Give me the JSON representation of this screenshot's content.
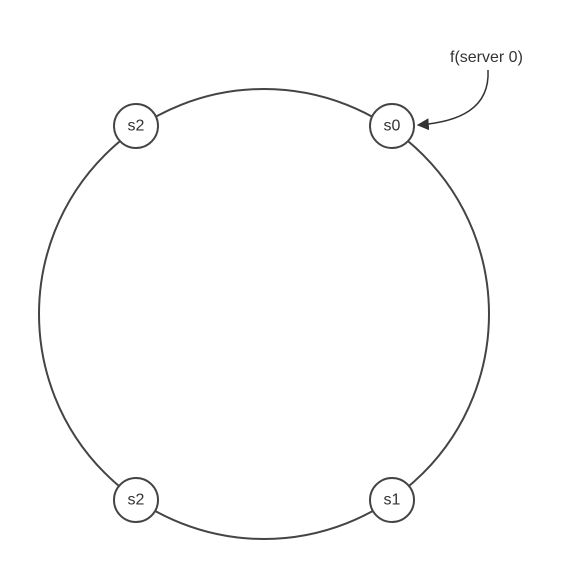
{
  "diagram": {
    "ring_color": "#444444",
    "nodes": [
      {
        "id": "s0",
        "label": "s0"
      },
      {
        "id": "s1",
        "label": "s1"
      },
      {
        "id": "s2-bottom",
        "label": "s2"
      },
      {
        "id": "s2-top",
        "label": "s2"
      }
    ],
    "annotation": {
      "label": "f(server 0)",
      "points_to": "s0"
    }
  }
}
